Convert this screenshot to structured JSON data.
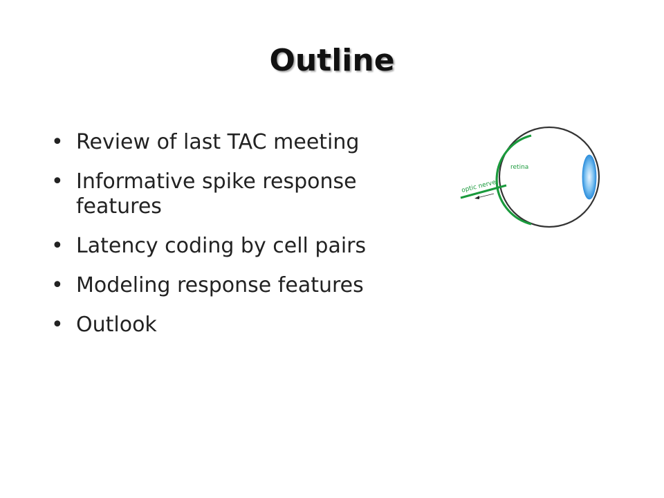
{
  "slide": {
    "title": "Outline",
    "bullets": [
      "Review of last TAC meeting",
      "Informative spike response features",
      "Latency coding by cell pairs",
      "Modeling response features",
      "Outlook"
    ],
    "bullet_symbol": "•"
  },
  "figure": {
    "retina_label": "retina",
    "optic_nerve_label": "optic nerve",
    "colors": {
      "retina": "#1a9a3c",
      "eye_outline": "#333333",
      "lens": "#3a9be0"
    }
  }
}
